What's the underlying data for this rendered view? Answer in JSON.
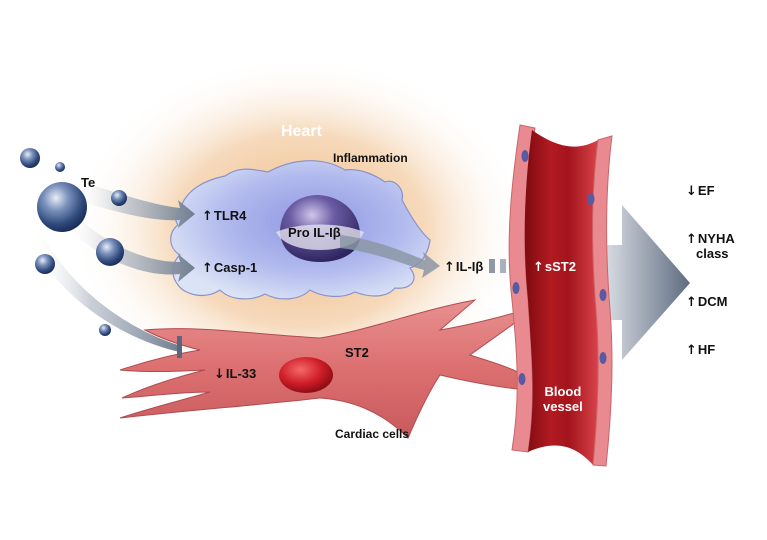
{
  "figure": {
    "regions": {
      "heart_label": "Heart",
      "inflammation_label": "Inflammation",
      "cardiac_cells_label": "Cardiac cells",
      "blood_vessel_label_line1": "Blood",
      "blood_vessel_label_line2": "vessel"
    },
    "agent": {
      "label": "Te"
    },
    "immune_cell": {
      "markers": [
        {
          "direction": "up",
          "arrow": "↑",
          "label": "TLR4"
        },
        {
          "direction": "up",
          "arrow": "↑",
          "label": "Casp-1"
        }
      ],
      "nucleus_label": "Pro IL-Iβ"
    },
    "cardiac_cell": {
      "marker": {
        "direction": "down",
        "arrow": "↓",
        "label": "IL-33"
      },
      "receptor_label": "ST2"
    },
    "secreted": {
      "il1b": {
        "direction": "up",
        "arrow": "↑",
        "label": "IL-Iβ"
      },
      "sst2": {
        "direction": "up",
        "arrow": "↑",
        "label": "sST2"
      }
    },
    "outcomes": [
      {
        "direction": "down",
        "arrow": "↓",
        "label": "EF"
      },
      {
        "direction": "up",
        "arrow": "↑",
        "label": "NYHA",
        "label2": "class"
      },
      {
        "direction": "up",
        "arrow": "↑",
        "label": "DCM"
      },
      {
        "direction": "up",
        "arrow": "↑",
        "label": "HF"
      }
    ],
    "colors": {
      "heart_glow": "#f2c79a",
      "immune_cell": "#b9c3ee",
      "nucleus": "#4a3f7e",
      "cardiac_cell": "#e07a7a",
      "cardiac_nucleus": "#d11f2a",
      "vessel_lumen": "#a3141c",
      "vessel_wall": "#e88a8f",
      "particle": "#34507f",
      "arrow_gray": "#6f7d8f"
    }
  }
}
